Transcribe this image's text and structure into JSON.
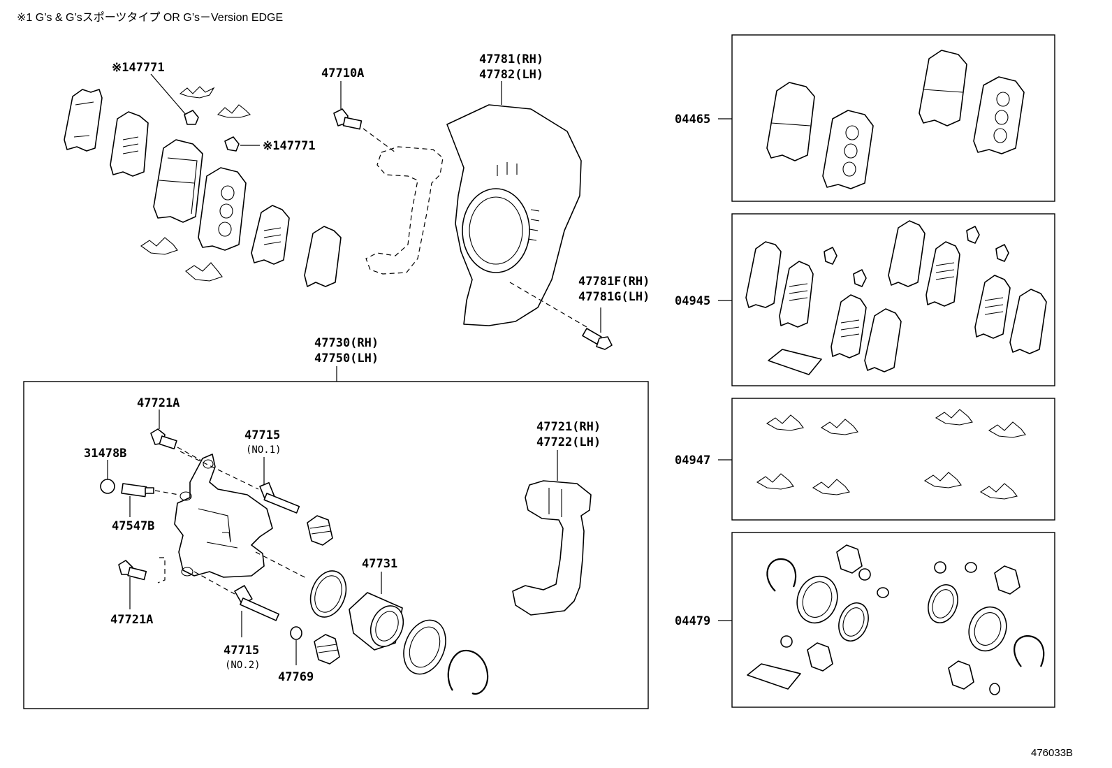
{
  "header": "※1 G’s & G’sスポーツタイプ OR G’s－Version EDGE",
  "footer_code": "476033B",
  "labels": {
    "p47771_top": "※147771",
    "p47771_mid": "※147771",
    "p47710A": "47710A",
    "p47781": "47781(RH)",
    "p47782": "47782(LH)",
    "p47781F": "47781F(RH)",
    "p47781G": "47781G(LH)",
    "p47730": "47730(RH)",
    "p47750": "47750(LH)",
    "p47721A_top": "47721A",
    "p47715_top": "47715",
    "p47715_no1": "(NO.1)",
    "p31478B": "31478B",
    "p47547B": "47547B",
    "p47721": "47721(RH)",
    "p47722": "47722(LH)",
    "p47731": "47731",
    "p47721A_bot": "47721A",
    "p47715_bot": "47715",
    "p47715_no2": "(NO.2)",
    "p47769": "47769",
    "k04465": "04465",
    "k04945": "04945",
    "k04947": "04947",
    "k04479": "04479"
  }
}
